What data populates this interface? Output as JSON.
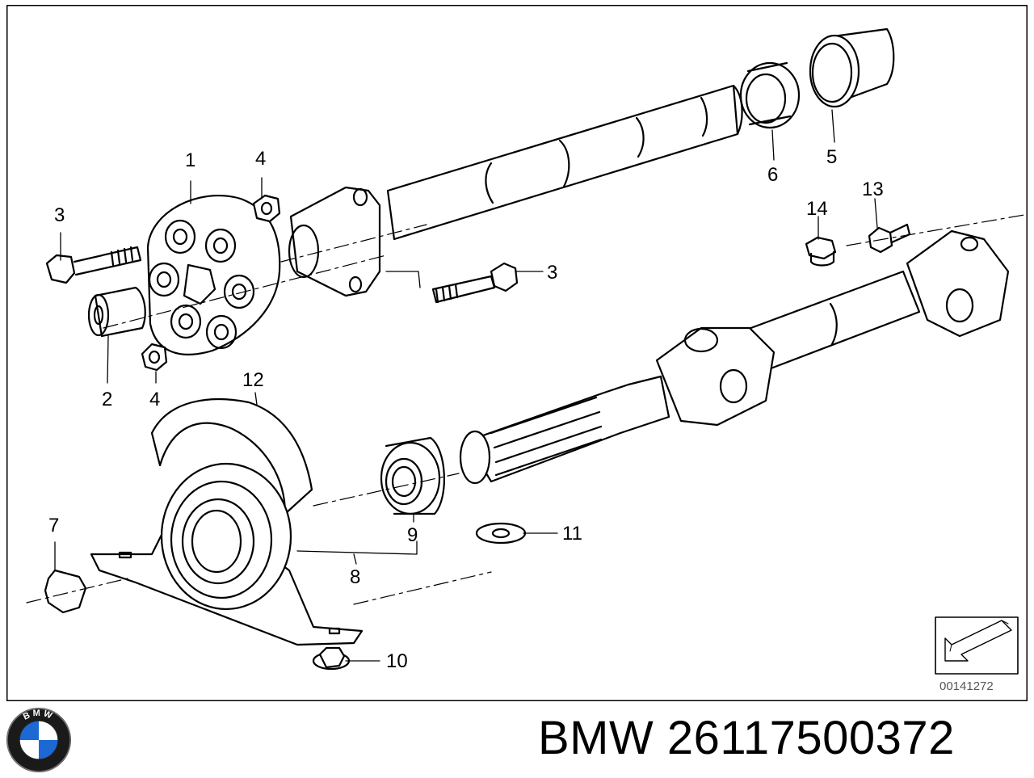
{
  "diagram": {
    "drawing_id": "00141272",
    "callouts": {
      "c1": "1",
      "c2": "2",
      "c3a": "3",
      "c3b": "3",
      "c4a": "4",
      "c4b": "4",
      "c5": "5",
      "c6": "6",
      "c7": "7",
      "c8": "8",
      "c9": "9",
      "c10": "10",
      "c11": "11",
      "c12": "12",
      "c13": "13",
      "c14": "14"
    }
  },
  "footer": {
    "brand_text": "BMW 26117500372",
    "logo_letters": "BMW"
  }
}
